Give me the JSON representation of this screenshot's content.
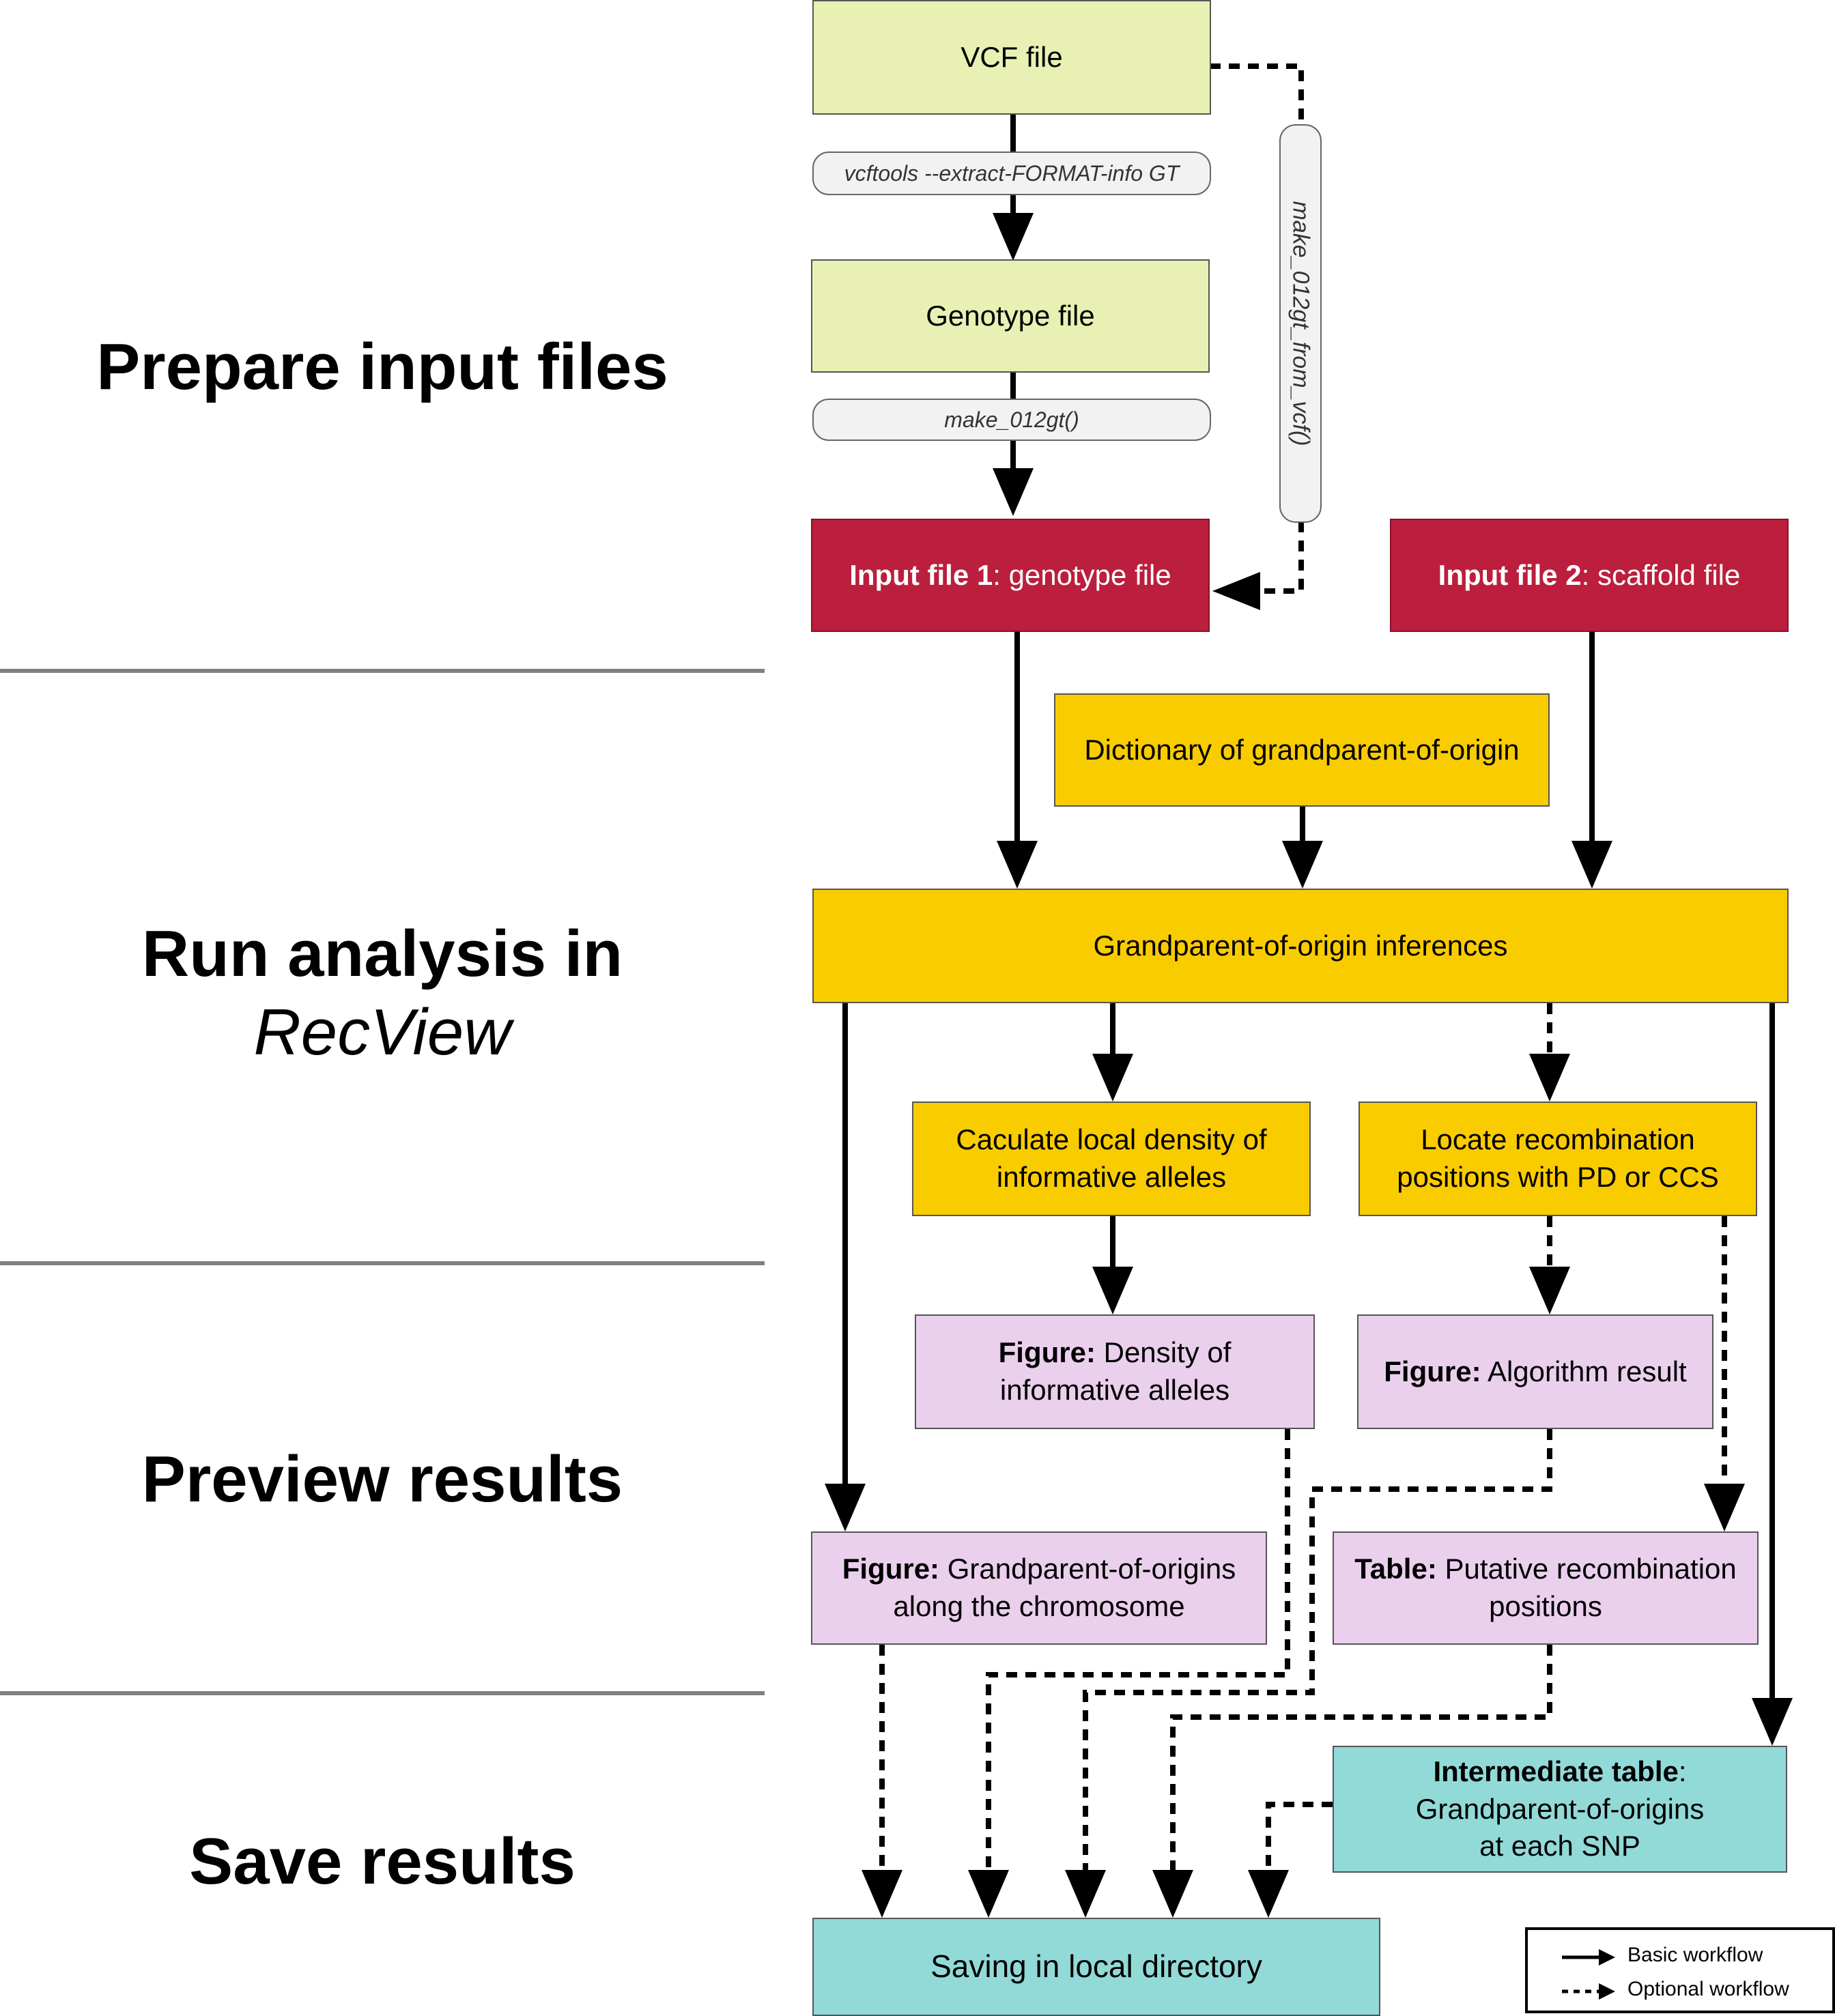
{
  "stages": {
    "prepare": "Prepare input files",
    "run_line1": "Run analysis in",
    "run_line2": "RecView",
    "preview": "Preview results",
    "save": "Save results"
  },
  "boxes": {
    "vcf_file": "VCF file",
    "genotype_file": "Genotype file",
    "input1_bold": "Input file 1",
    "input1_rest": ": genotype file",
    "input2_bold": "Input file 2",
    "input2_rest": ": scaffold file",
    "dictionary": "Dictionary of grandparent-of-origin",
    "inferences": "Grandparent-of-origin inferences",
    "local_density_l1": "Caculate local density of",
    "local_density_l2": "informative alleles",
    "locate_l1": "Locate recombination",
    "locate_l2": "positions with PD or CCS",
    "fig_density_bold": "Figure:",
    "fig_density_l1": " Density of",
    "fig_density_l2": "informative alleles",
    "fig_algorithm_bold": "Figure:",
    "fig_algorithm_rest": " Algorithm result",
    "fig_gpo_bold": "Figure:",
    "fig_gpo_l1": " Grandparent-of-origins",
    "fig_gpo_l2": "along the chromosome",
    "table_bold": "Table:",
    "table_l1": " Putative recombination",
    "table_l2": "positions",
    "intermediate_bold": "Intermediate table",
    "intermediate_colon": ":",
    "intermediate_l2": "Grandparent-of-origins",
    "intermediate_l3": "at each SNP",
    "saving": "Saving in local directory"
  },
  "commands": {
    "vcftools": "vcftools --extract-FORMAT-info GT",
    "make012": "make_012gt()",
    "make012_vcf": "make_012gt_from_vcf()"
  },
  "legend": {
    "basic": "Basic workflow",
    "optional": "Optional workflow"
  },
  "colors": {
    "input_box": "#e8f0b4",
    "input_file": "#bb1f3d",
    "analysis": "#f9cc00",
    "preview": "#ead0ec",
    "output": "#92dad8"
  }
}
